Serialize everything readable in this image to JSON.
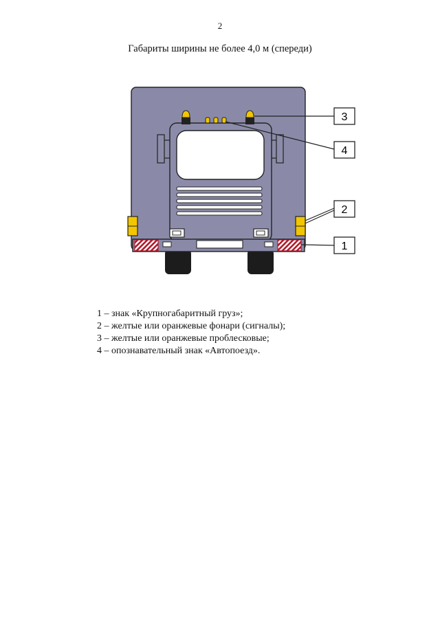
{
  "page_number": "2",
  "title": "Габариты ширины не более 4,0 м (спереди)",
  "figure": {
    "callouts": [
      "1",
      "2",
      "3",
      "4"
    ],
    "colors": {
      "body": "#8a8aa8",
      "cab": "#8c8caa",
      "yellow_light": "#f2c600",
      "sign_red": "#b1192a",
      "tire": "#1c1c1c"
    }
  },
  "legend": [
    "1 – знак «Крупногабаритный груз»;",
    "2 – желтые или оранжевые фонари (сигналы);",
    "3 – желтые или оранжевые проблесковые;",
    "4 – опознавательный знак «Автопоезд»."
  ]
}
